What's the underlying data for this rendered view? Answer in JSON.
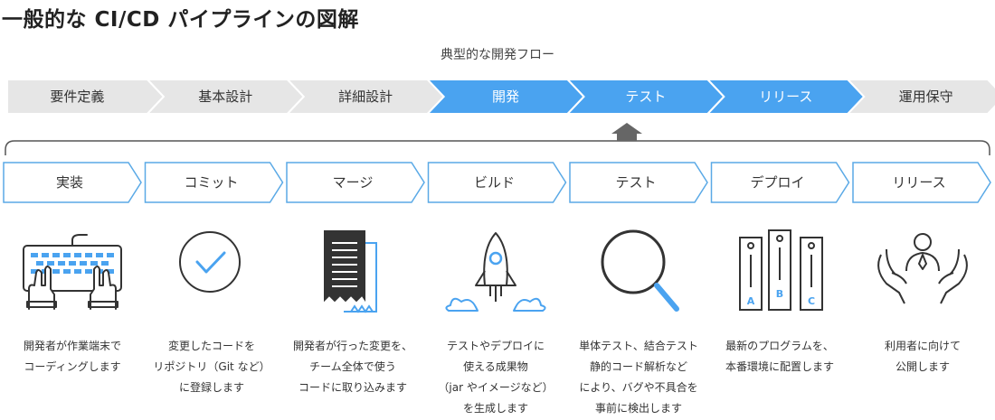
{
  "title": "一般的な CI/CD パイプラインの図解",
  "flow_label": "典型的な開発フロー",
  "colors": {
    "accent": "#4aa3f0",
    "gray": "#e6e6e6",
    "outline": "#5aa9e6",
    "dark": "#333333",
    "arrow": "#666666"
  },
  "phases": [
    {
      "label": "要件定義",
      "active": false
    },
    {
      "label": "基本設計",
      "active": false
    },
    {
      "label": "詳細設計",
      "active": false
    },
    {
      "label": "開発",
      "active": true
    },
    {
      "label": "テスト",
      "active": true
    },
    {
      "label": "リリース",
      "active": true
    },
    {
      "label": "運用保守",
      "active": false
    }
  ],
  "steps": [
    {
      "label": "実装",
      "icon": "keyboard-hands-icon",
      "desc": "開発者が作業端末で\nコーディングします"
    },
    {
      "label": "コミット",
      "icon": "checkmark-circle-icon",
      "desc": "変更したコードを\nリポジトリ（Git など）\nに登録します"
    },
    {
      "label": "マージ",
      "icon": "document-merge-icon",
      "desc": "開発者が行った変更を、\nチーム全体で使う\nコードに取り込みます"
    },
    {
      "label": "ビルド",
      "icon": "rocket-icon",
      "desc": "テストやデプロイに\n使える成果物\n（jar やイメージなど）\nを生成します"
    },
    {
      "label": "テスト",
      "icon": "magnifier-icon",
      "desc": "単体テスト、結合テスト\n静的コード解析など\nにより、バグや不具合を\n事前に検出します"
    },
    {
      "label": "デプロイ",
      "icon": "servers-icon",
      "desc": "最新のプログラムを、\n本番環境に配置します"
    },
    {
      "label": "リリース",
      "icon": "user-hands-icon",
      "desc": "利用者に向けて\n公開します"
    }
  ],
  "server_letters": [
    "A",
    "B",
    "C"
  ]
}
